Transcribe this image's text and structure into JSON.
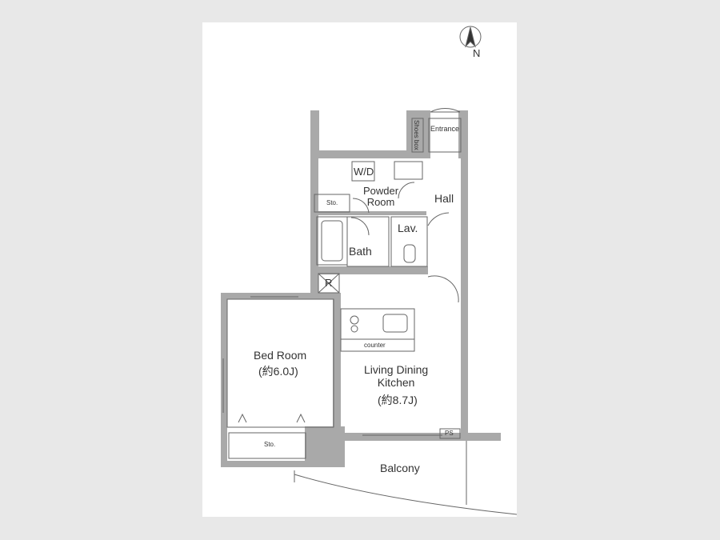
{
  "floorplan": {
    "compass_label": "N",
    "rooms": {
      "entrance": "Entrance",
      "shoes_box": "Shoes box",
      "hall": "Hall",
      "wd": "W/D",
      "powder_room": "Powder\nRoom",
      "sto_upper": "Sto.",
      "bath": "Bath",
      "lav": "Lav.",
      "refrigerator": "R",
      "counter": "counter",
      "bed_room": "Bed Room",
      "bed_room_size": "(約6.0J)",
      "ldk": "Living Dining\nKitchen",
      "ldk_size": "(約8.7J)",
      "sto_lower": "Sto.",
      "ps": "PS",
      "balcony": "Balcony"
    }
  },
  "colors": {
    "wall": "#a9a9a9",
    "line": "#666666",
    "background": "#e8e8e8",
    "sheet": "#ffffff"
  }
}
